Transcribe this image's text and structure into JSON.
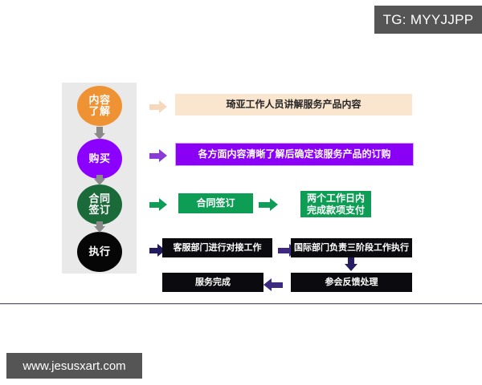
{
  "badge": {
    "label": "TG: MYYJJPP"
  },
  "watermark": {
    "label": "www.jesusxart.com"
  },
  "flowchart": {
    "stages": [
      {
        "label": "内容\n了解",
        "color": "#ef9234"
      },
      {
        "label": "购买",
        "color": "#8c00ff"
      },
      {
        "label": "合同\n签订",
        "color": "#1b6b3a"
      },
      {
        "label": "执行",
        "color": "#060606"
      }
    ],
    "rows": [
      {
        "accent": "#fae5cf",
        "boxes": [
          {
            "text": "琦亚工作人员讲解服务产品内容"
          }
        ]
      },
      {
        "accent": "#8a00f5",
        "boxes": [
          {
            "text": "各方面内容清晰了解后确定该服务产品的订购"
          }
        ]
      },
      {
        "accent": "#0d9d55",
        "boxes": [
          {
            "text": "合同签订"
          },
          {
            "text": "两个工作日内\n完成款项支付"
          }
        ]
      },
      {
        "accent": "#0b0b0f",
        "boxes": [
          {
            "text": "客服部门进行对接工作"
          },
          {
            "text": "国际部门负责三阶段工作执行"
          }
        ]
      },
      {
        "accent": "#0b0b0f",
        "boxes": [
          {
            "text": "服务完成"
          },
          {
            "text": "参会反馈处理"
          }
        ]
      }
    ],
    "connector_colors": {
      "stage_to_row_0": "#f6d9bc",
      "stage_to_row_1": "#8a3ad6",
      "stage_to_row_2": "#0f9d58",
      "stage_to_row_3": "#221b5e",
      "vertical_stage": "#8a8a8a"
    }
  }
}
